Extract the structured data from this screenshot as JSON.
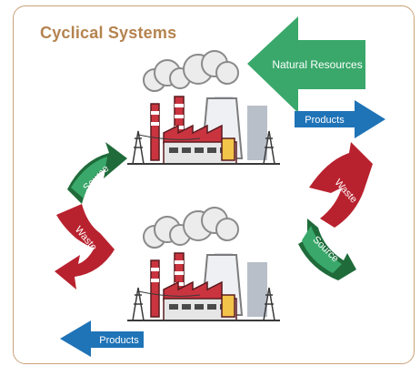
{
  "title": "Cyclical Systems",
  "labels": {
    "natural_resources": "Natural Resources",
    "products_top": "Products",
    "products_bottom": "Products",
    "left_source": "Source",
    "left_waste": "Waste",
    "right_waste": "Waste",
    "right_source": "Source"
  },
  "colors": {
    "green": "#3aa86b",
    "dark_green": "#1f6b3a",
    "blue": "#1f73b7",
    "red": "#b8222e",
    "title": "#b5834f",
    "border": "#c9a27a"
  }
}
